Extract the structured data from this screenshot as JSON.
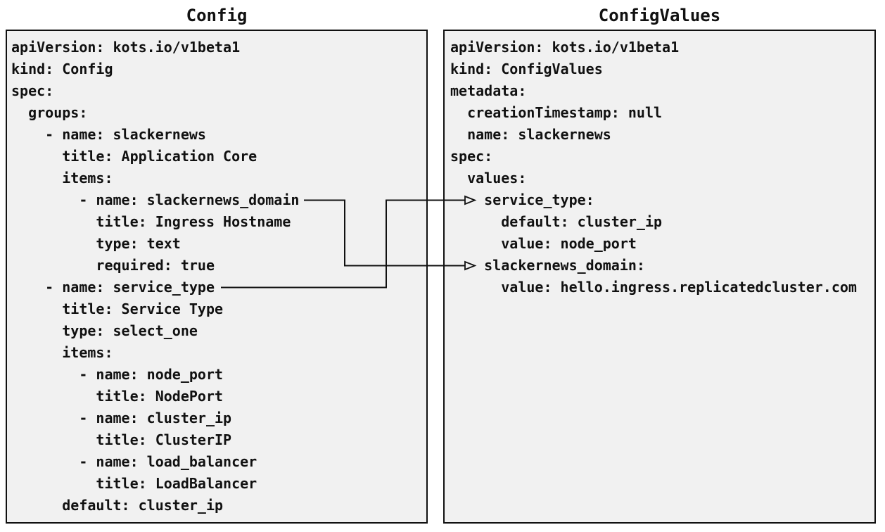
{
  "diagram": {
    "colors": {
      "panel_fill": "#f1f1f1",
      "panel_border": "#111111",
      "connector": "#111111",
      "text": "#111111",
      "page_background": "#ffffff"
    },
    "left_panel": {
      "title": "Config",
      "yaml": "apiVersion: kots.io/v1beta1\nkind: Config\nspec:\n  groups:\n    - name: slackernews\n      title: Application Core\n      items:\n        - name: slackernews_domain\n          title: Ingress Hostname\n          type: text\n          required: true\n    - name: service_type\n      title: Service Type\n      type: select_one\n      items:\n        - name: node_port\n          title: NodePort\n        - name: cluster_ip\n          title: ClusterIP\n        - name: load_balancer\n          title: LoadBalancer\n      default: cluster_ip"
    },
    "right_panel": {
      "title": "ConfigValues",
      "yaml": "apiVersion: kots.io/v1beta1\nkind: ConfigValues\nmetadata:\n  creationTimestamp: null\n  name: slackernews\nspec:\n  values:\n    service_type:\n      default: cluster_ip\n      value: node_port\n    slackernews_domain:\n      value: hello.ingress.replicatedcluster.com"
    },
    "connections": [
      {
        "from": "Config group slackernews item name: slackernews_domain",
        "to": "ConfigValues spec.values slackernews_domain:"
      },
      {
        "from": "Config group item name: service_type",
        "to": "ConfigValues spec.values service_type:"
      }
    ]
  }
}
